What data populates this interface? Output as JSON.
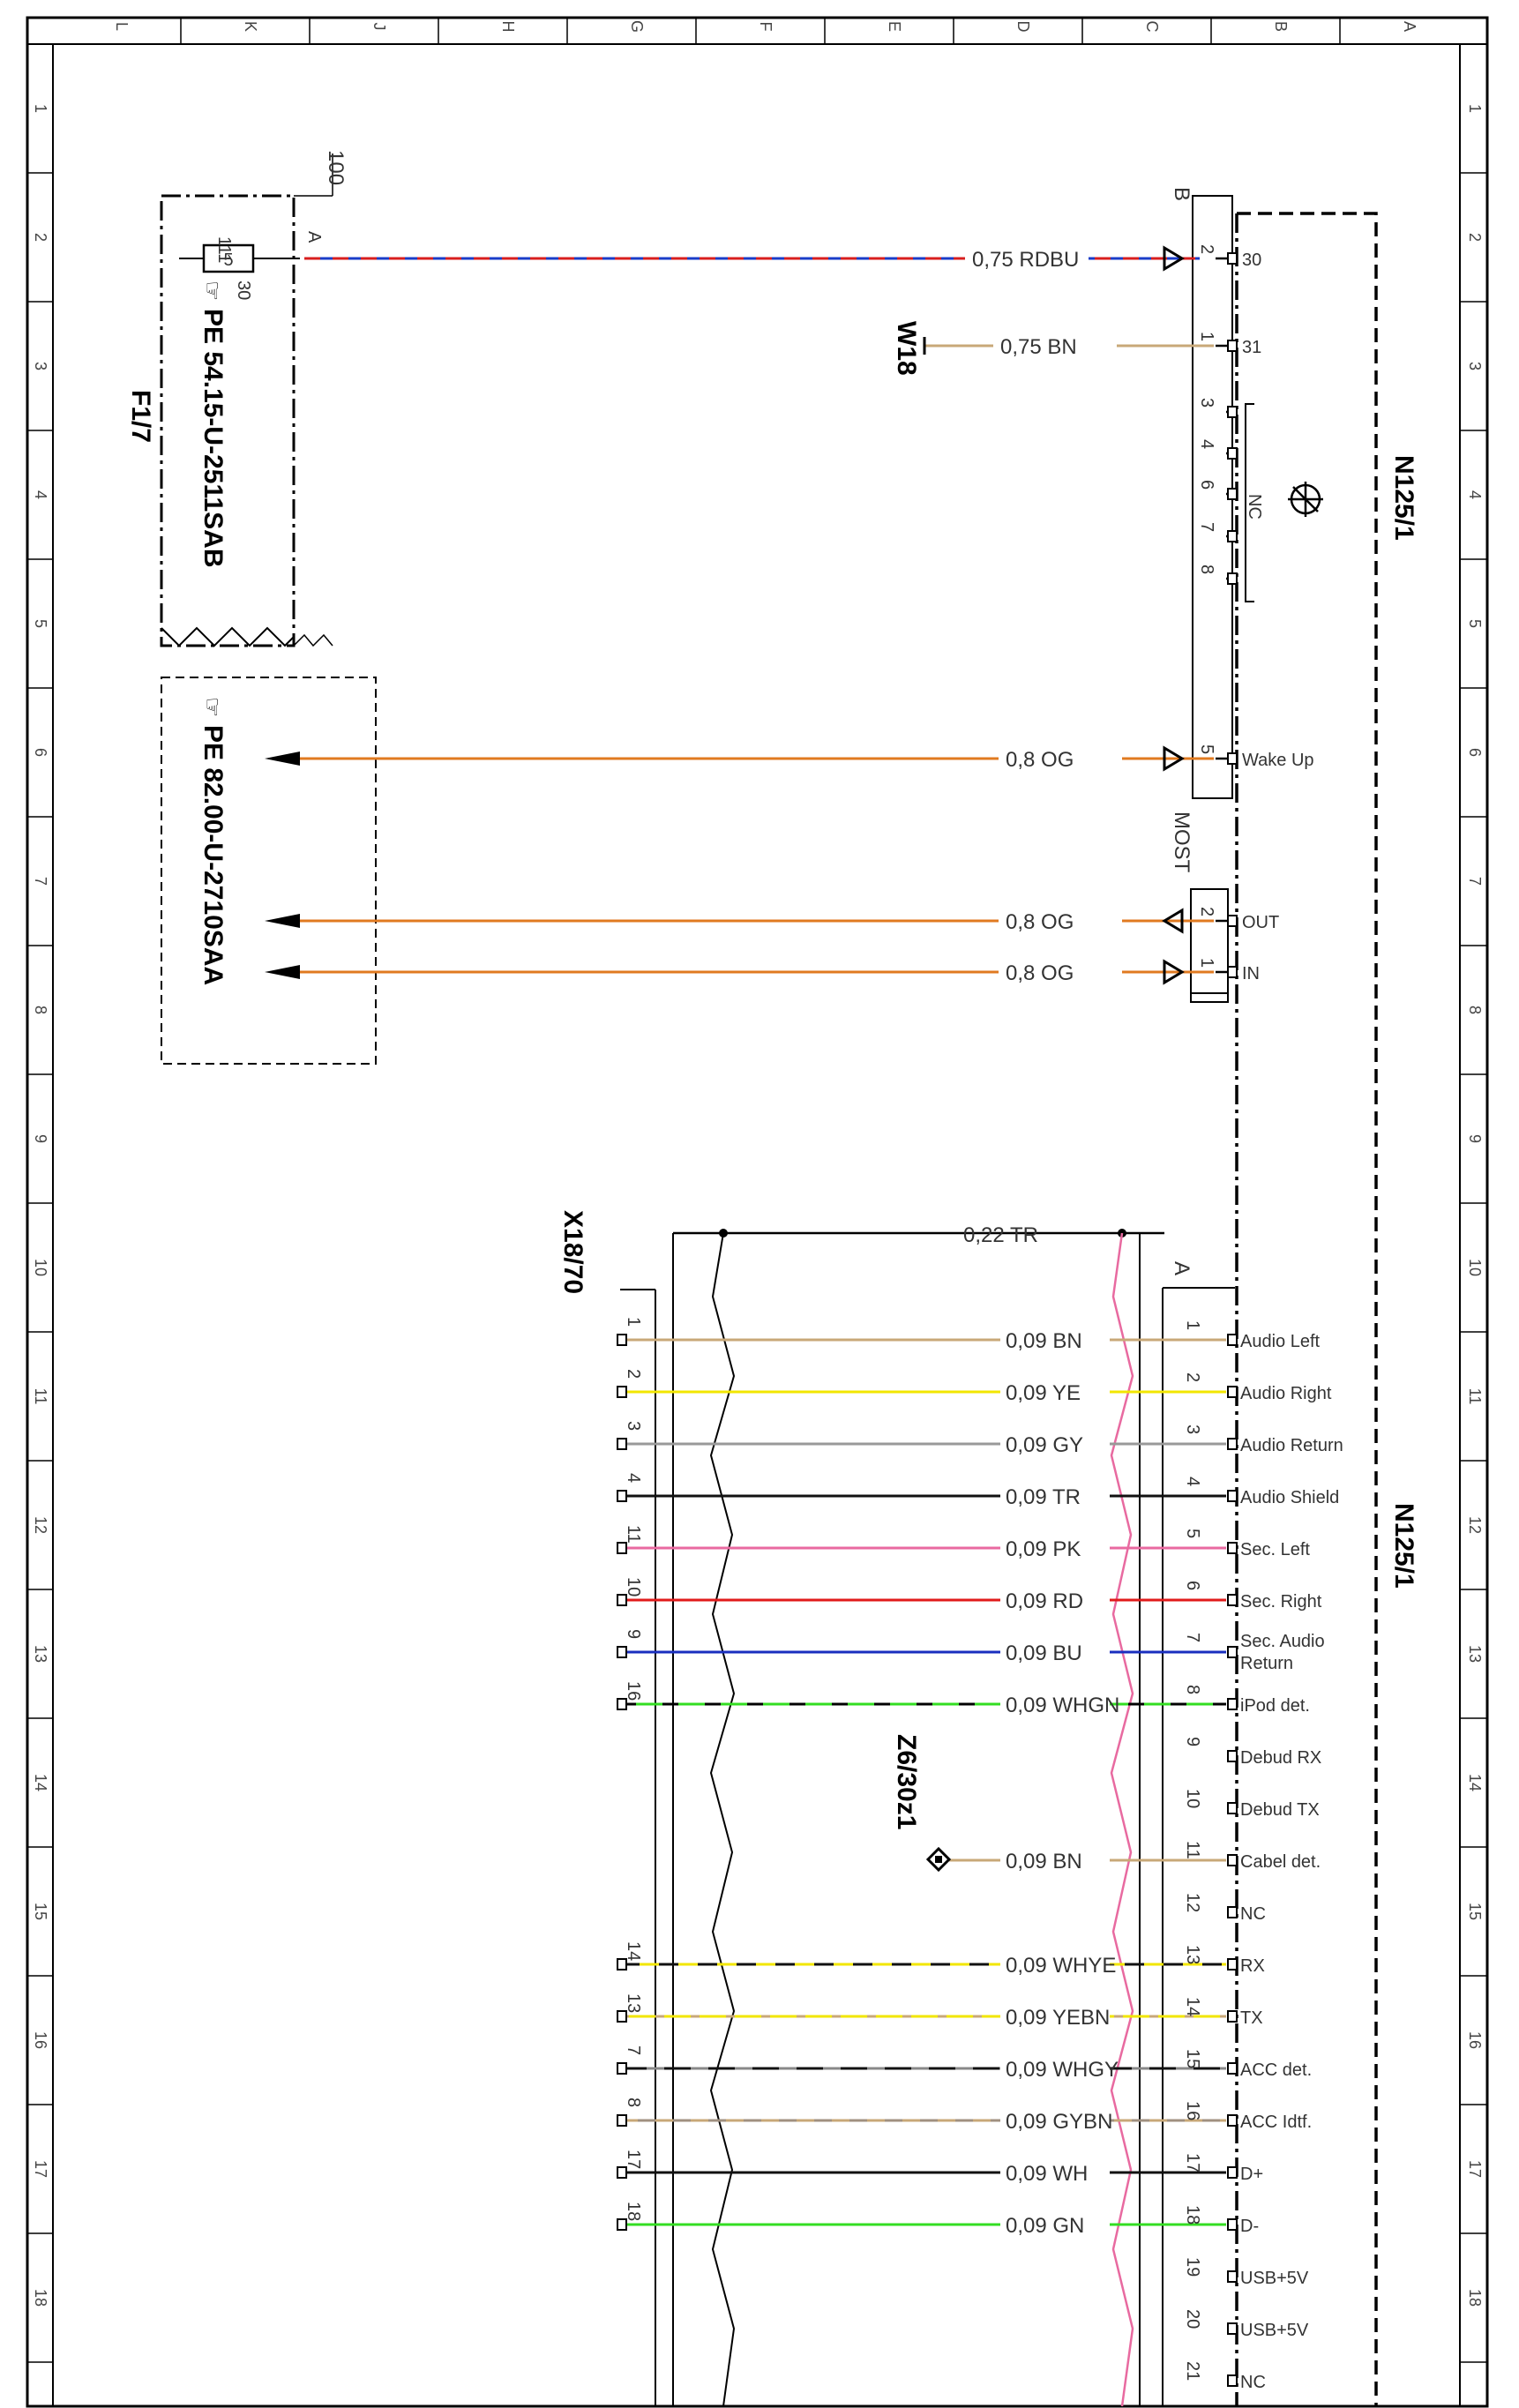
{
  "frame": {
    "cols": [
      "L",
      "K",
      "J",
      "H",
      "G",
      "F",
      "E",
      "D",
      "C",
      "B",
      "A"
    ],
    "rows": [
      "1",
      "2",
      "3",
      "4",
      "5",
      "6",
      "7",
      "8",
      "9",
      "10",
      "11",
      "12",
      "13",
      "14",
      "15",
      "16",
      "17",
      "18"
    ]
  },
  "fuse": {
    "ref": "F1/7",
    "page_ref": "PE 54.15-U-2511SAB",
    "box_num": "5",
    "terminal_left": "111",
    "terminal_right": "30",
    "pin": "A",
    "page_no": "100"
  },
  "page_ref_box": {
    "text": "PE 82.00-U-2710SAA"
  },
  "ground": {
    "ref": "W18"
  },
  "splice": {
    "ref": "Z6/30z1"
  },
  "connector_x18": {
    "ref": "X18/70"
  },
  "module_top": {
    "ref": "N125/1",
    "connector": "B",
    "connector_most": "MOST",
    "nc_label": "NC",
    "pins": [
      {
        "pin": "2",
        "label": "30"
      },
      {
        "pin": "1",
        "label": "31"
      },
      {
        "pin": "3",
        "label": ""
      },
      {
        "pin": "4",
        "label": ""
      },
      {
        "pin": "6",
        "label": ""
      },
      {
        "pin": "7",
        "label": ""
      },
      {
        "pin": "8",
        "label": ""
      },
      {
        "pin": "5",
        "label": "Wake Up"
      },
      {
        "pin": "2",
        "label": "OUT"
      },
      {
        "pin": "1",
        "label": "IN"
      }
    ]
  },
  "module_bottom": {
    "ref": "N125/1",
    "connector": "A",
    "pins": [
      {
        "pin": "1",
        "label": "Audio Left"
      },
      {
        "pin": "2",
        "label": "Audio Right"
      },
      {
        "pin": "3",
        "label": "Audio Return"
      },
      {
        "pin": "4",
        "label": "Audio Shield"
      },
      {
        "pin": "5",
        "label": "Sec. Left"
      },
      {
        "pin": "6",
        "label": "Sec. Right"
      },
      {
        "pin": "7",
        "label": "Sec. Audio"
      },
      {
        "pin": "8",
        "label": "iPod det."
      },
      {
        "pin": "9",
        "label": "Debud RX"
      },
      {
        "pin": "10",
        "label": "Debud TX"
      },
      {
        "pin": "11",
        "label": "Cabel det."
      },
      {
        "pin": "12",
        "label": "NC"
      },
      {
        "pin": "13",
        "label": "RX"
      },
      {
        "pin": "14",
        "label": "TX"
      },
      {
        "pin": "15",
        "label": "ACC det."
      },
      {
        "pin": "16",
        "label": "ACC Idtf."
      },
      {
        "pin": "17",
        "label": "D+"
      },
      {
        "pin": "18",
        "label": "D-"
      },
      {
        "pin": "19",
        "label": "USB+5V"
      },
      {
        "pin": "20",
        "label": "USB+5V"
      },
      {
        "pin": "21",
        "label": "NC"
      }
    ],
    "sec_audio_line2": "Return"
  },
  "wires_top": [
    {
      "label": "0,75 RDBU",
      "color": "#1a3cc8",
      "stripe": "#d81e1e"
    },
    {
      "label": "0,75 BN",
      "color": "#c8a878"
    },
    {
      "label": "0,8 OG",
      "color": "#e07a20"
    },
    {
      "label": "0,8 OG",
      "color": "#e07a20"
    },
    {
      "label": "0,8 OG",
      "color": "#e07a20"
    }
  ],
  "wire_tr": {
    "label": "0,22 TR"
  },
  "wires_bottom": [
    {
      "x18_pin": "1",
      "label": "0,09 BN",
      "color": "#c8a878"
    },
    {
      "x18_pin": "2",
      "label": "0,09 YE",
      "color": "#f2e600"
    },
    {
      "x18_pin": "3",
      "label": "0,09 GY",
      "color": "#999999"
    },
    {
      "x18_pin": "4",
      "label": "0,09 TR",
      "color": "#111111"
    },
    {
      "x18_pin": "11",
      "label": "0,09 PK",
      "color": "#e86aa0"
    },
    {
      "x18_pin": "10",
      "label": "0,09 RD",
      "color": "#e01b1b"
    },
    {
      "x18_pin": "9",
      "label": "0,09 BU",
      "color": "#1a2fbf"
    },
    {
      "x18_pin": "16",
      "label": "0,09 WHGN",
      "color": "#33dd22"
    },
    {
      "x18_pin": "",
      "label": "0,09 BN",
      "color": "#c8a878"
    },
    {
      "x18_pin": "14",
      "label": "0,09 WHYE",
      "color": "#f2e600"
    },
    {
      "x18_pin": "13",
      "label": "0,09 YEBN",
      "color": "#f2e600"
    },
    {
      "x18_pin": "7",
      "label": "0,09 WHGY",
      "color": "#888888"
    },
    {
      "x18_pin": "8",
      "label": "0,09 GYBN",
      "color": "#a09080"
    },
    {
      "x18_pin": "17",
      "label": "0,09 WH",
      "color": "#111111"
    },
    {
      "x18_pin": "18",
      "label": "0,09 GN",
      "color": "#33dd22"
    }
  ]
}
